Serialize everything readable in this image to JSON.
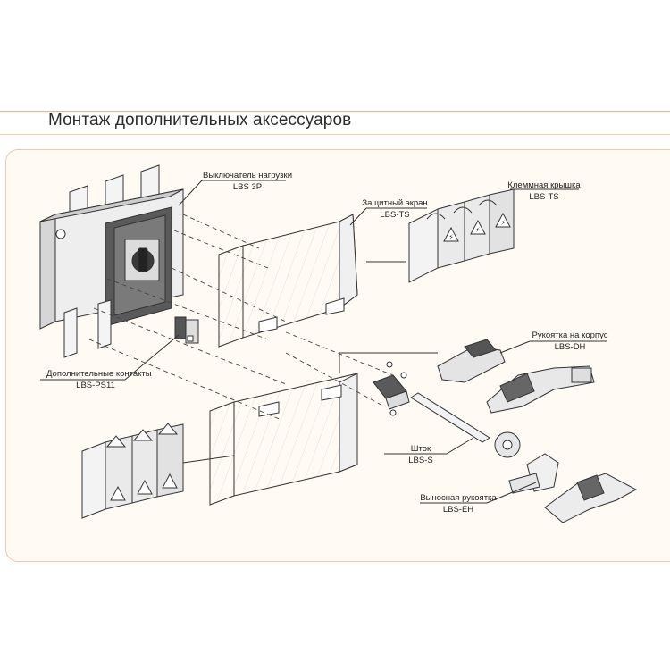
{
  "title": "Монтаж дополнительных аксессуаров",
  "callouts": {
    "switch": {
      "name": "Выключатель нагрузки",
      "code": "LBS  3P"
    },
    "shield": {
      "name": "Защитный экран",
      "code": "LBS-TS"
    },
    "terminal": {
      "name": "Клеммная крышка",
      "code": "LBS-TS"
    },
    "handle_body": {
      "name": "Рукоятка на корпус",
      "code": "LBS-DH"
    },
    "aux": {
      "name": "Дополнительные контакты",
      "code": "LBS-PS11"
    },
    "shaft": {
      "name": "Шток",
      "code": "LBS-S"
    },
    "ext_handle": {
      "name": "Выносная рукоятка",
      "code": "LBS-EH"
    }
  },
  "colors": {
    "frame": "#efc9a3",
    "rule": "#e9b47f",
    "panel_bg": "#fffaf4",
    "line": "#333333",
    "part_dark": "#4a4a4a",
    "part_fill": "#e6e6e6"
  }
}
